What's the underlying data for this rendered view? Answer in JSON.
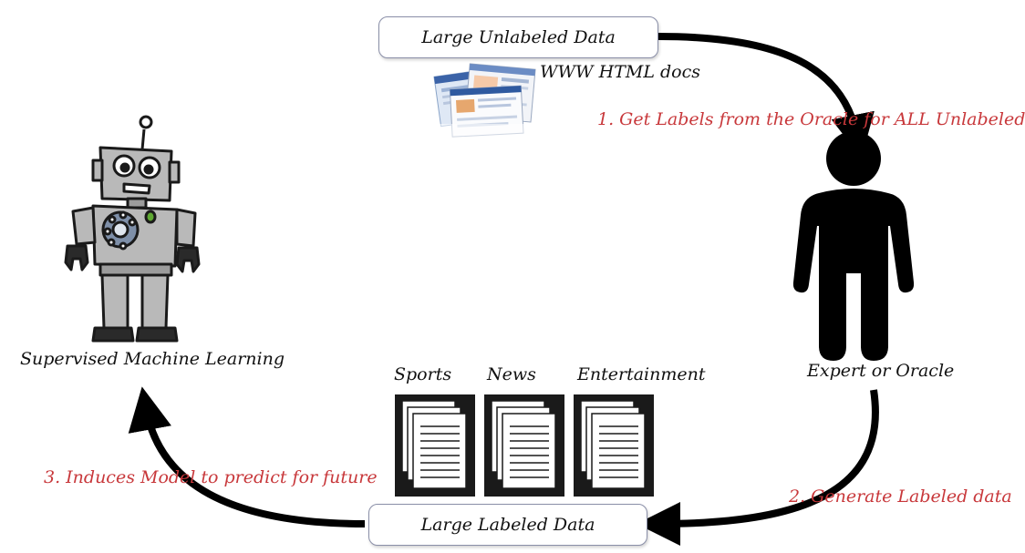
{
  "nodes": {
    "unlabeled": "Large Unlabeled Data",
    "web_docs": "WWW HTML docs",
    "labeled": "Large Labeled Data",
    "learner": "Supervised Machine Learning",
    "oracle": "Expert or Oracle"
  },
  "steps": {
    "step1": "1. Get Labels from the Oracle for ALL Unlabeled",
    "step2": "2. Generate Labeled data",
    "step3": "3. Induces Model to predict for future"
  },
  "categories": [
    "Sports",
    "News",
    "Entertainment"
  ],
  "colors": {
    "step_text": "#c8383b",
    "box_border": "#8a8fa8",
    "arrow": "#000000"
  }
}
